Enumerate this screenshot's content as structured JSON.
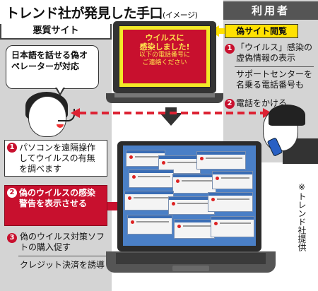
{
  "title": {
    "main": "トレンド社が発見した手口",
    "sub": "(イメージ)"
  },
  "left": {
    "header": "悪質サイト",
    "operator_bubble": "日本語を話せる偽オペレーターが対応",
    "step1": {
      "num": "1",
      "text": "パソコンを遠隔操作してウイルスの有無を調べます"
    },
    "step2": {
      "num": "2",
      "text": "偽のウイルスの感染警告を表示させる"
    },
    "step3": {
      "num": "3",
      "text": "偽のウイルス対策ソフトの購入促す"
    },
    "step4": {
      "text": "クレジット決済を誘導"
    }
  },
  "right": {
    "header": "利用者",
    "fake_site": "偽サイト閲覧",
    "item1": {
      "num": "1",
      "text": "「ウイルス」感染の虚偽情報の表示"
    },
    "item1b": "サポートセンターを名乗る電話番号も",
    "item2": {
      "num": "2",
      "text": "電話をかける"
    }
  },
  "warning_screen": {
    "line1": "ウイルスに",
    "line2": "感染しました!",
    "line3": "以下の電話番号に",
    "line4": "ご連絡ください"
  },
  "credit": "※トレンド社提供",
  "colors": {
    "accent_red": "#c8102e",
    "highlight_yellow": "#ffe100",
    "panel_gray": "#d4d4d4"
  }
}
